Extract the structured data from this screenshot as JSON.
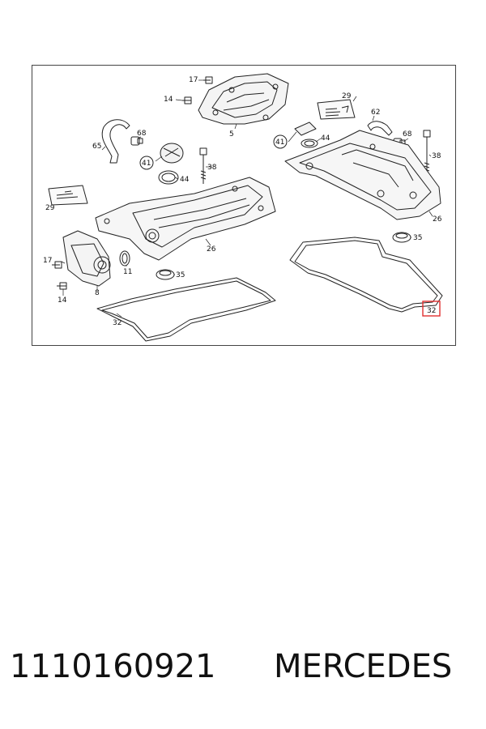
{
  "diagram": {
    "callouts": {
      "c17a": "17",
      "c14a": "14",
      "c5": "5",
      "c29a": "29",
      "c62": "62",
      "c65": "65",
      "c68a": "68",
      "c41a": "41",
      "c44a": "44",
      "c38a": "38",
      "c41b": "41",
      "c44b": "44",
      "c68b": "68",
      "c38b": "38",
      "c29b": "29",
      "c26a": "26",
      "c26b": "26",
      "c35a": "35",
      "c17b": "17",
      "c11": "11",
      "c35b": "35",
      "c8": "8",
      "c14b": "14",
      "c32a": "32",
      "c32b": "32"
    },
    "highlight_color": "#e03030"
  },
  "caption": {
    "part_number": "1110160921",
    "brand": "MERCEDES"
  }
}
